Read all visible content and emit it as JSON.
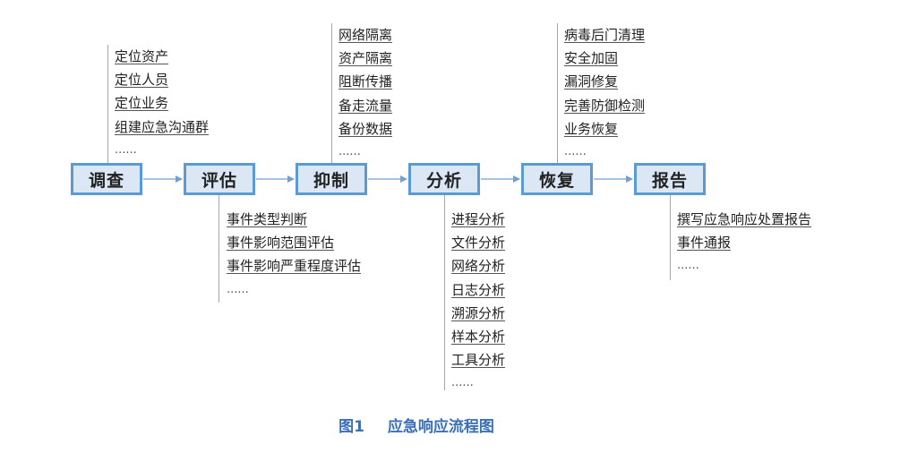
{
  "diagram": {
    "stages": [
      {
        "id": "survey",
        "label": "调查",
        "position": "above",
        "items": [
          "定位资产",
          "定位人员",
          "定位业务",
          "组建应急沟通群",
          "......"
        ]
      },
      {
        "id": "assess",
        "label": "评估",
        "position": "below",
        "items": [
          "事件类型判断",
          "事件影响范围评估",
          "事件影响严重程度评估",
          "......"
        ]
      },
      {
        "id": "suppress",
        "label": "抑制",
        "position": "above",
        "items": [
          "网络隔离",
          "资产隔离",
          "阻断传播",
          "备走流量",
          "备份数据",
          "......"
        ]
      },
      {
        "id": "analyze",
        "label": "分析",
        "position": "below",
        "items": [
          "进程分析",
          "文件分析",
          "网络分析",
          "日志分析",
          "溯源分析",
          "样本分析",
          "工具分析",
          "......"
        ]
      },
      {
        "id": "recover",
        "label": "恢复",
        "position": "above",
        "items": [
          "病毒后门清理",
          "安全加固",
          "漏洞修复",
          "完善防御检测",
          "业务恢复",
          "......"
        ]
      },
      {
        "id": "report",
        "label": "报告",
        "position": "below",
        "items": [
          "撰写应急响应处置报告",
          "事件通报",
          "......"
        ]
      }
    ],
    "colors": {
      "box_fill": "#dbe7f5",
      "box_border": "#5a9bd5",
      "arrow": "#6fa0d8",
      "caption": "#3b6fb6"
    }
  },
  "caption": {
    "figure_number": "图1",
    "title": "应急响应流程图"
  }
}
